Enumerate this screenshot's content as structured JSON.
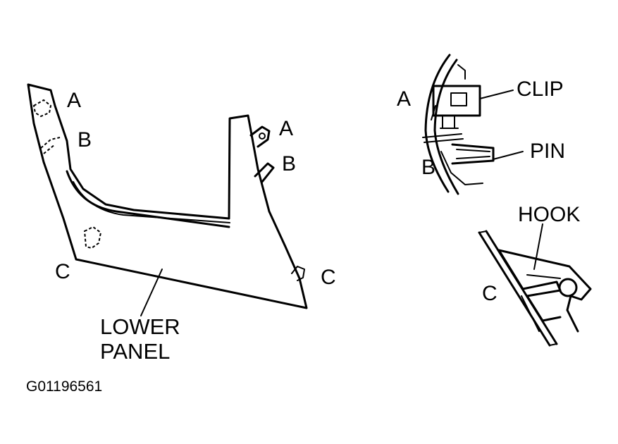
{
  "left_panel": {
    "labels": {
      "a_left": "A",
      "b_left": "B",
      "c_left": "C",
      "a_right": "A",
      "b_right": "B",
      "c_right": "C",
      "part_name_line1": "LOWER",
      "part_name_line2": "PANEL"
    }
  },
  "detail_clip_pin": {
    "labels": {
      "a": "A",
      "b": "B",
      "clip": "CLIP",
      "pin": "PIN"
    }
  },
  "detail_hook": {
    "labels": {
      "c": "C",
      "hook": "HOOK"
    }
  },
  "figure_code": "G01196561"
}
